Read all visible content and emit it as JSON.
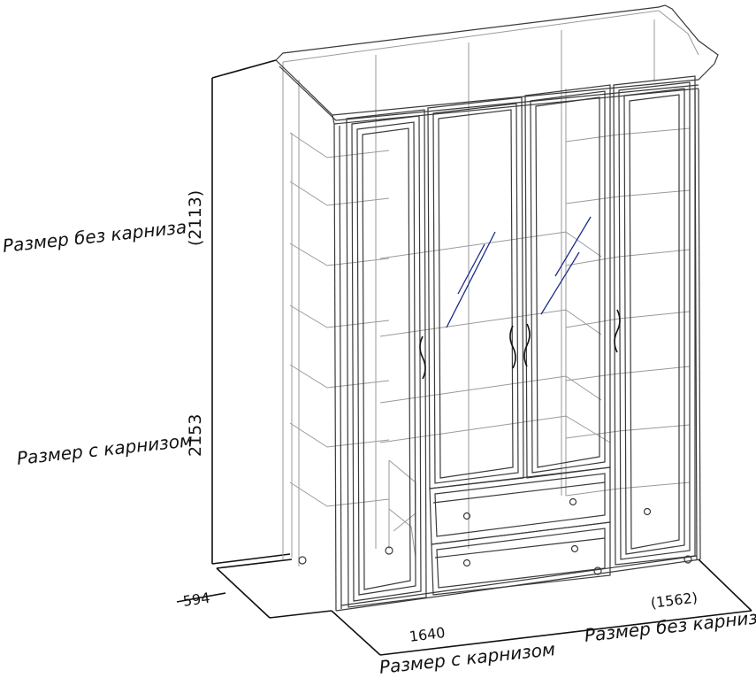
{
  "labels": {
    "height_no_cornice_caption": "Размер без карниза",
    "height_no_cornice_value": "(2113)",
    "height_with_cornice_caption": "Размер с карнизом",
    "height_with_cornice_value": "2153",
    "depth_value": "594",
    "width_with_cornice_value": "1640",
    "width_with_cornice_caption": "Размер с карнизом",
    "width_no_cornice_value": "(1562)",
    "width_no_cornice_caption": "Размер без карниза"
  },
  "colors": {
    "outline": "#3a3a3a",
    "hidden_lines": "#9a9a9a",
    "mirror": "#1b2a8a"
  }
}
